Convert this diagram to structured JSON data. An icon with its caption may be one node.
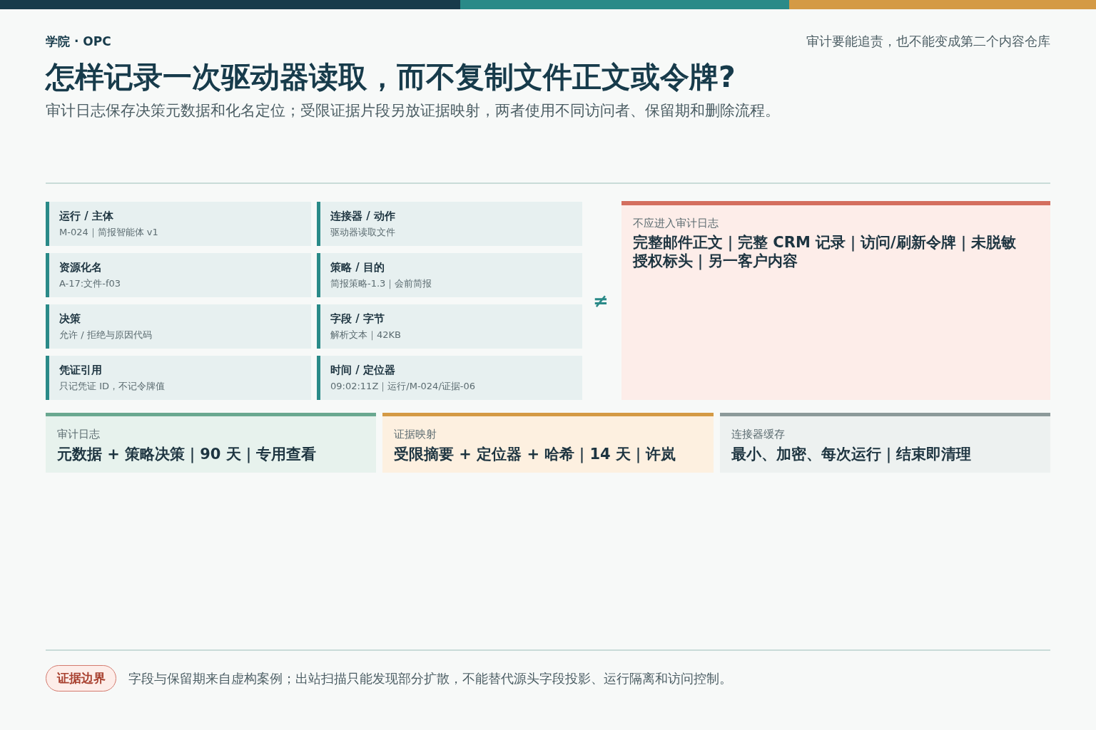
{
  "diagram": {
    "title": "怎样记录一次驱动器读取，而不复制文件正文或令牌?",
    "nodes": [
      {
        "text": [
          "运行 / 主体",
          "M-024｜简报智能体 v1"
        ]
      },
      {
        "text": [
          "连接器 / 动作",
          "驱动器读取文件"
        ]
      },
      {
        "text": [
          "资源化名",
          "A-17:文件-f03"
        ]
      },
      {
        "text": [
          "策略 / 目的",
          "简报策略-1.3｜会前简报"
        ]
      },
      {
        "text": [
          "决策",
          "允许 / 拒绝与原因代码"
        ]
      },
      {
        "text": [
          "字段 / 字节",
          "解析文本｜42KB"
        ]
      },
      {
        "text": [
          "凭证引用",
          "只记凭证 ID，不记令牌值"
        ]
      },
      {
        "text": [
          "时间 / 定位器",
          "09:02:11Z｜运行/M-024/证据-06"
        ]
      },
      {
        "text": [
          "不应进入审计日志",
          "完整邮件正文｜完整 CRM 记录｜访问/刷新令牌｜未脱敏授权标头｜另一客户内容"
        ]
      },
      {
        "text": [
          "审计日志",
          "元数据 + 策略决策｜90 天｜专用查看"
        ]
      },
      {
        "text": [
          "证据映射",
          "受限摘要 + 定位器 + 哈希｜14 天｜许岚"
        ]
      },
      {
        "text": [
          "连接器缓存",
          "最小、加密、每次运行｜结束即清理"
        ]
      },
      {
        "text": [
          "证据边界"
        ]
      }
    ],
    "labels": [
      "学院 · OPC",
      "审计要能追责，也不能变成第二个内容仓库",
      "审计日志保存决策元数据和化名定位；受限证据片段另放证据映射，两者使用不同访问者、保留期和删除流程。",
      "≠",
      "字段与保留期来自虚构案例；出站扫描只能发现部分扩散，不能替代源头字段投影、运行隔离和访问控制。"
    ]
  }
}
